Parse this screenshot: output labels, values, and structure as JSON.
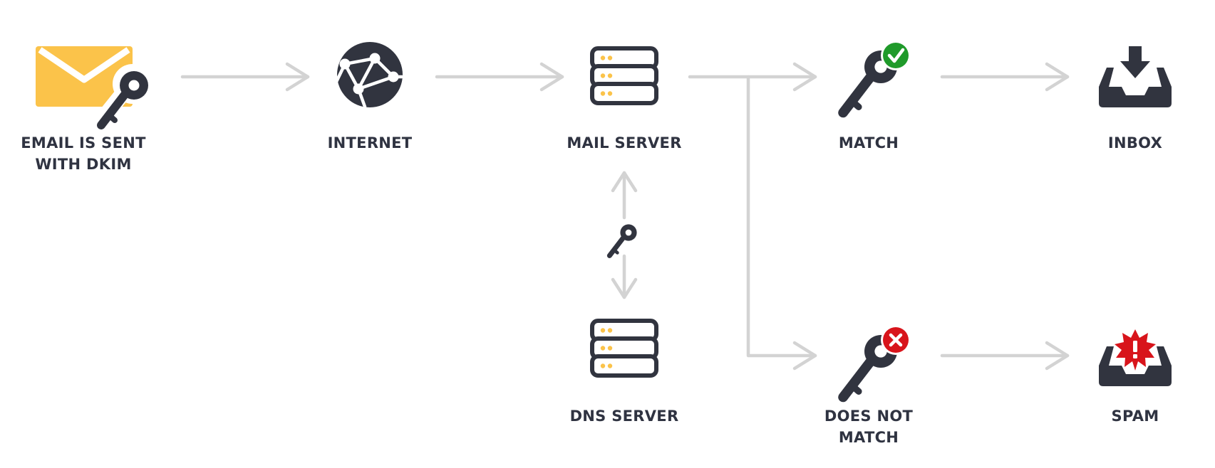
{
  "nodes": {
    "email": {
      "label_line1": "EMAIL IS SENT",
      "label_line2": "WITH DKIM"
    },
    "internet": {
      "label": "INTERNET"
    },
    "mail_server": {
      "label": "MAIL SERVER"
    },
    "dns_server": {
      "label": "DNS SERVER"
    },
    "match": {
      "label": "MATCH"
    },
    "no_match": {
      "label_line1": "DOES NOT",
      "label_line2": "MATCH"
    },
    "inbox": {
      "label": "INBOX"
    },
    "spam": {
      "label": "SPAM"
    }
  },
  "colors": {
    "icon_dark": "#31343f",
    "envelope_yellow": "#fbc34a",
    "connector_gray": "#d3d3d3",
    "check_green": "#1f9a2a",
    "error_red": "#d8141b",
    "label_text": "#2f3341"
  },
  "icons": {
    "email": "envelope-with-key-icon",
    "internet": "globe-network-icon",
    "mail_server": "server-icon",
    "dns_server": "server-icon",
    "match": "key-check-icon",
    "no_match": "key-x-icon",
    "inbox": "inbox-download-icon",
    "spam": "inbox-alert-icon",
    "dns_lookup": "key-icon"
  }
}
